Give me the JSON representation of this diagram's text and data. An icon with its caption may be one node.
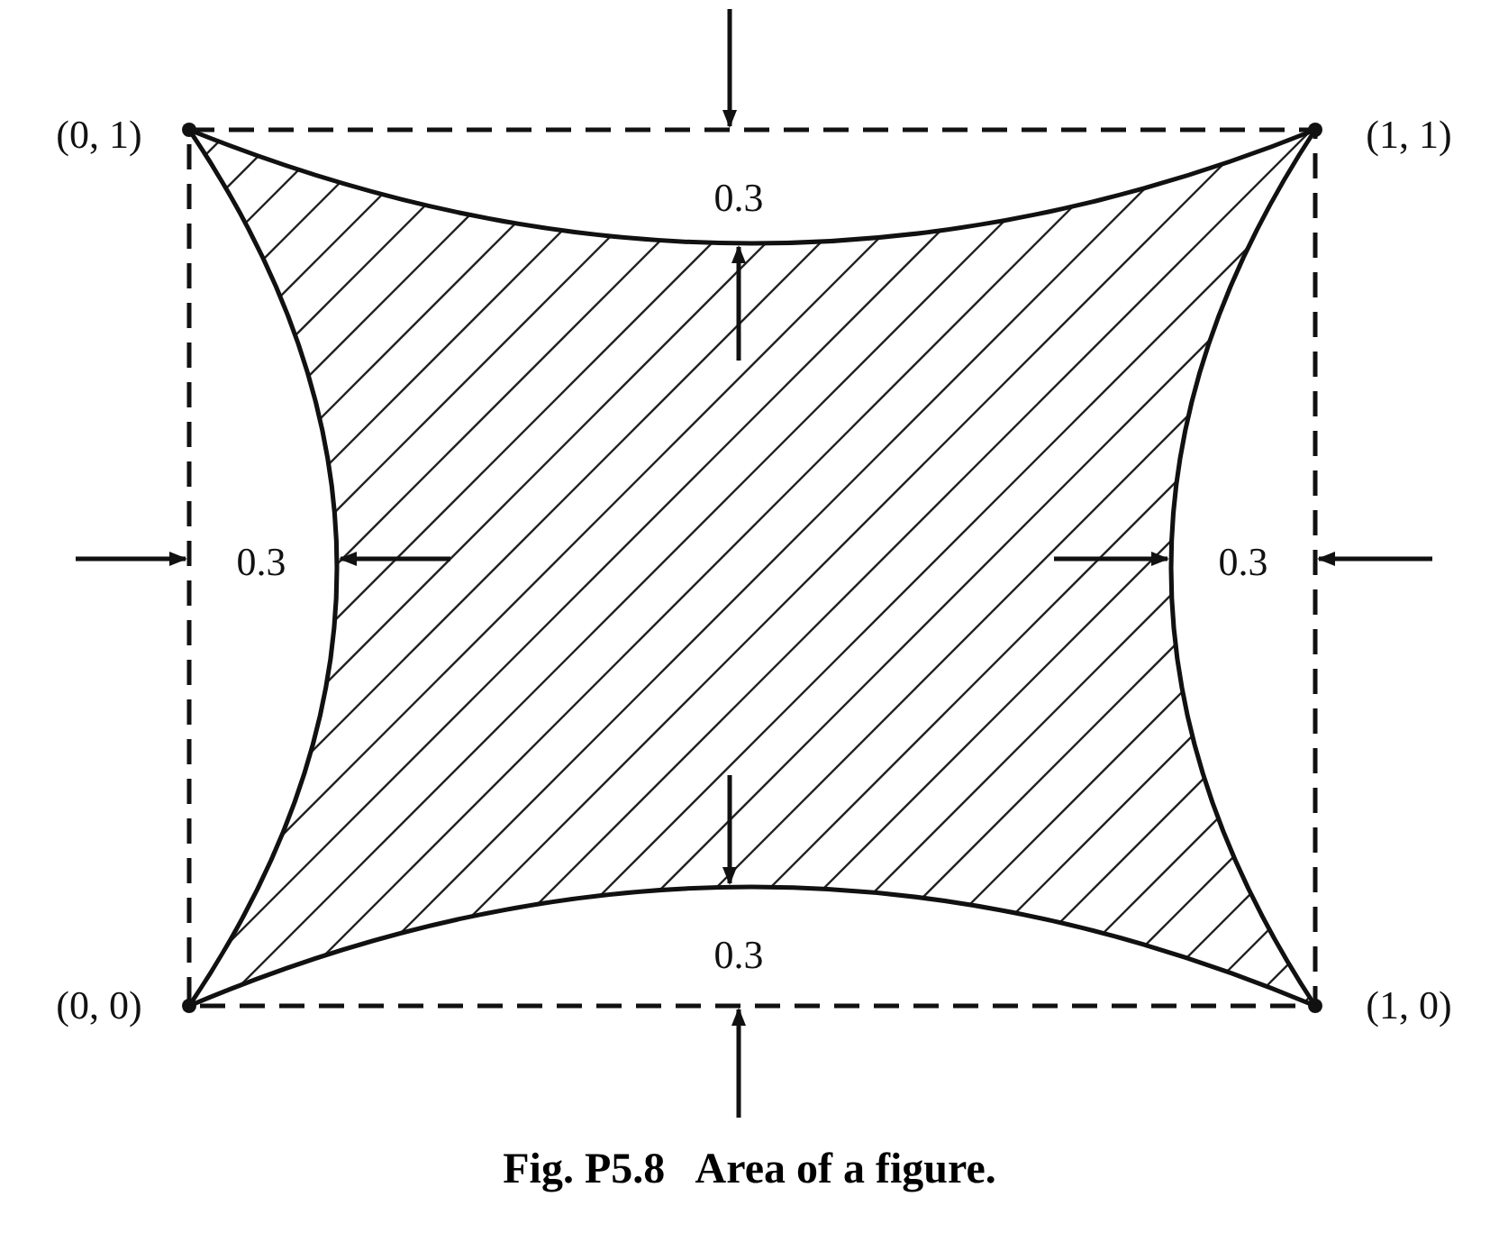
{
  "diagram": {
    "caption": "Fig. P5.8   Area of a figure.",
    "labels": [
      "(0, 1)",
      "(1, 1)",
      "0.3",
      "0.3",
      "0.3",
      "0.3",
      "(0, 0)",
      "(1, 0)"
    ]
  }
}
